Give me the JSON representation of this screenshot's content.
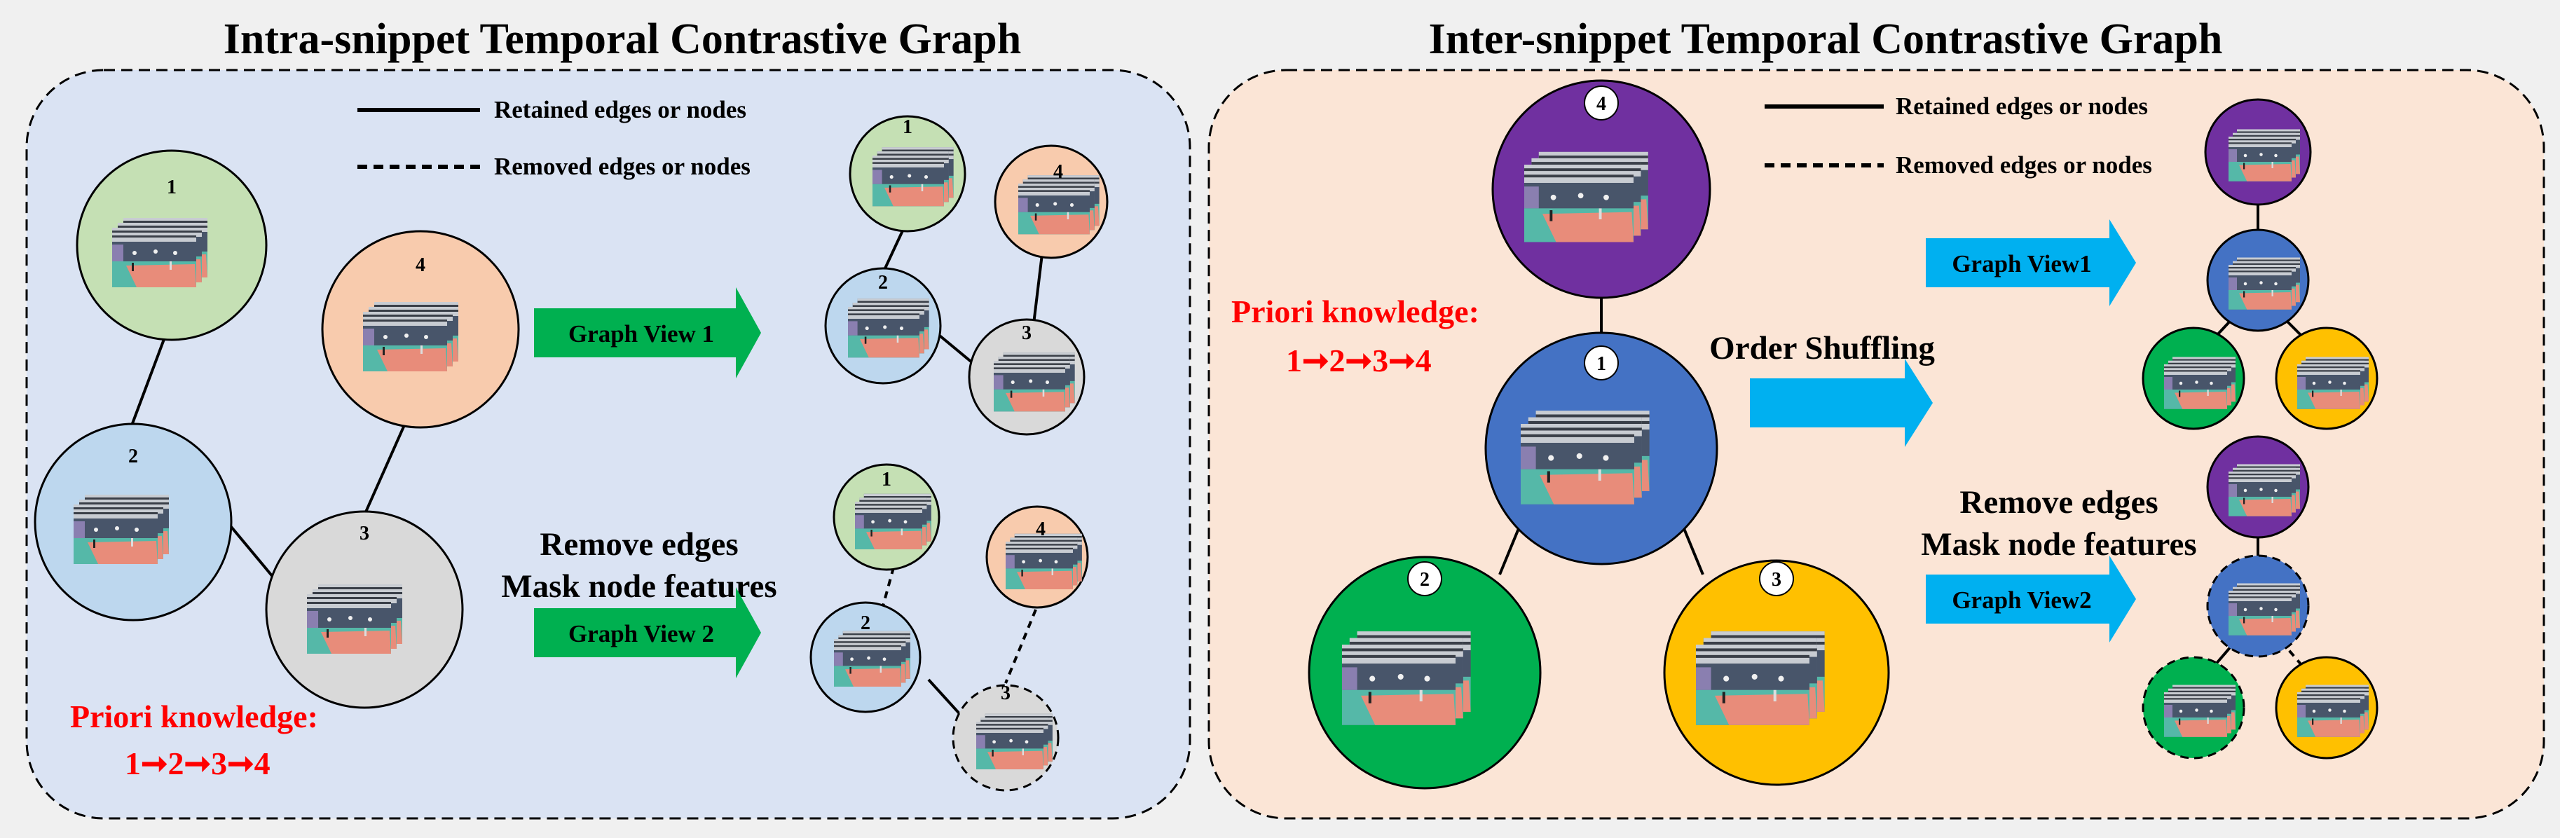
{
  "colors": {
    "page_bg": "#f0f0f0",
    "left_panel_bg": "#dae3f3",
    "right_panel_bg": "#fbe5d6",
    "node_green": "#c5e0b4",
    "node_blue": "#bdd7ee",
    "node_orange": "#f8cbad",
    "node_gray": "#d9d9d9",
    "node_purple": "#7030a0",
    "node_royal": "#4472c4",
    "node_darkgreen": "#00b050",
    "node_gold": "#ffc000",
    "arrow_green": "#00b050",
    "arrow_cyan": "#00b0f0",
    "red_text": "#ff0000"
  },
  "left": {
    "title": "Intra-snippet Temporal Contrastive Graph",
    "legend": {
      "retained": "Retained edges or nodes",
      "removed": "Removed edges or nodes"
    },
    "nodes": {
      "n1": "1",
      "n2": "2",
      "n3": "3",
      "n4": "4"
    },
    "view1": {
      "label": "Graph View 1",
      "n1": "1",
      "n2": "2",
      "n3": "3",
      "n4": "4"
    },
    "view2": {
      "label": "Graph View 2",
      "n1": "1",
      "n2": "2",
      "n3": "3",
      "n4": "4"
    },
    "aug_line1": "Remove edges",
    "aug_line2": "Mask node features",
    "priori_line1": "Priori knowledge:",
    "priori_line2": "1➞2➞3➞4"
  },
  "right": {
    "title": "Inter-snippet Temporal Contrastive Graph",
    "legend": {
      "retained": "Retained edges or nodes",
      "removed": "Removed edges or nodes"
    },
    "nodes": {
      "n1": "1",
      "n2": "2",
      "n3": "3",
      "n4": "4"
    },
    "shuffle_label": "Order Shuffling",
    "view1_label": "Graph View1",
    "view2_label": "Graph View2",
    "aug_line1": "Remove edges",
    "aug_line2": "Mask node features",
    "priori_line1": "Priori knowledge:",
    "priori_line2": "1➞2➞3➞4"
  }
}
